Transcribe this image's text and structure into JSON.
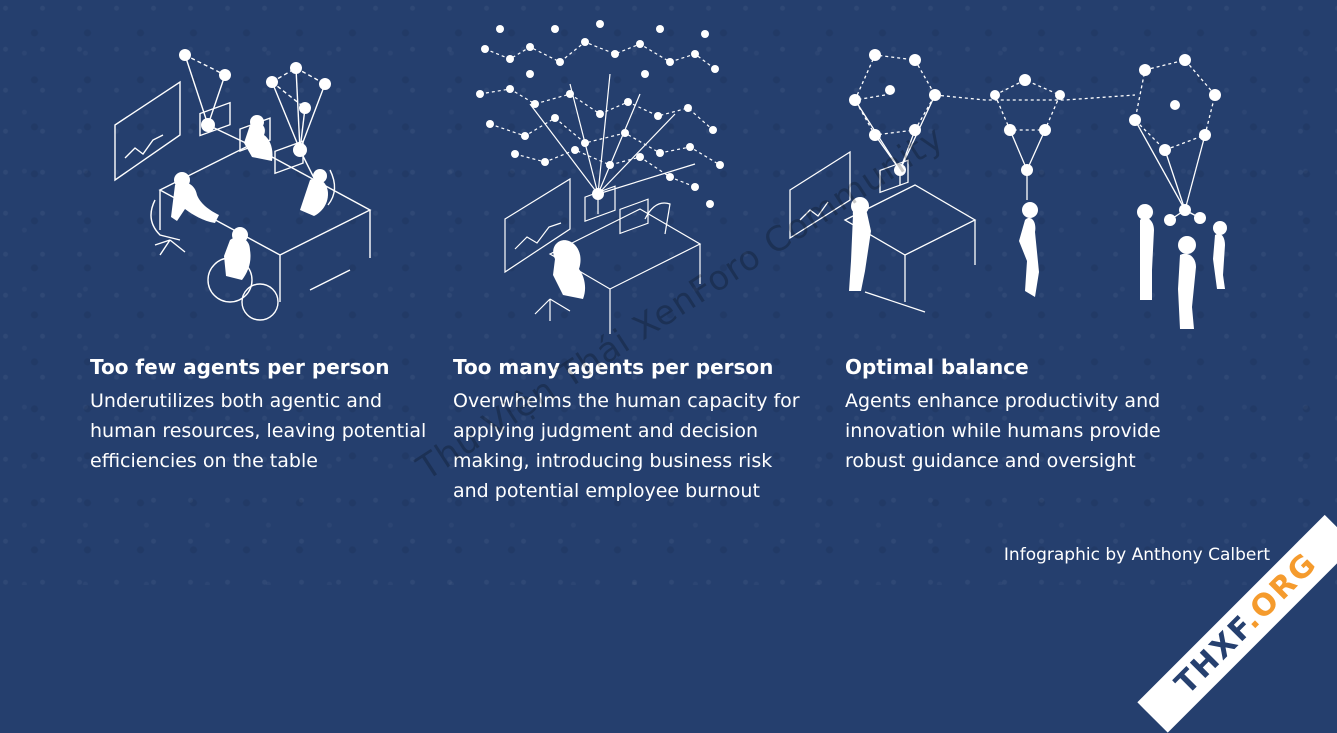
{
  "columns": [
    {
      "heading": "Too few agents per person",
      "body": "Underutilizes both agentic and human resources, leaving potential efficiencies on the table"
    },
    {
      "heading": "Too many agents per person",
      "body": "Overwhelms the human capacity for applying judgment and decision making, introducing business risk and potential employee burnout"
    },
    {
      "heading": "Optimal balance",
      "body": "Agents enhance productivity and innovation while humans provide robust guidance and oversight"
    }
  ],
  "credit": "Infographic by Anthony Calbert",
  "watermark": "Thư Viện Thái XenForo Community",
  "corner_logo": {
    "main": "THXF",
    "suffix": ".ORG"
  },
  "colors": {
    "background": "#253f6e",
    "ink": "#ffffff",
    "accent": "#f59b2d"
  }
}
